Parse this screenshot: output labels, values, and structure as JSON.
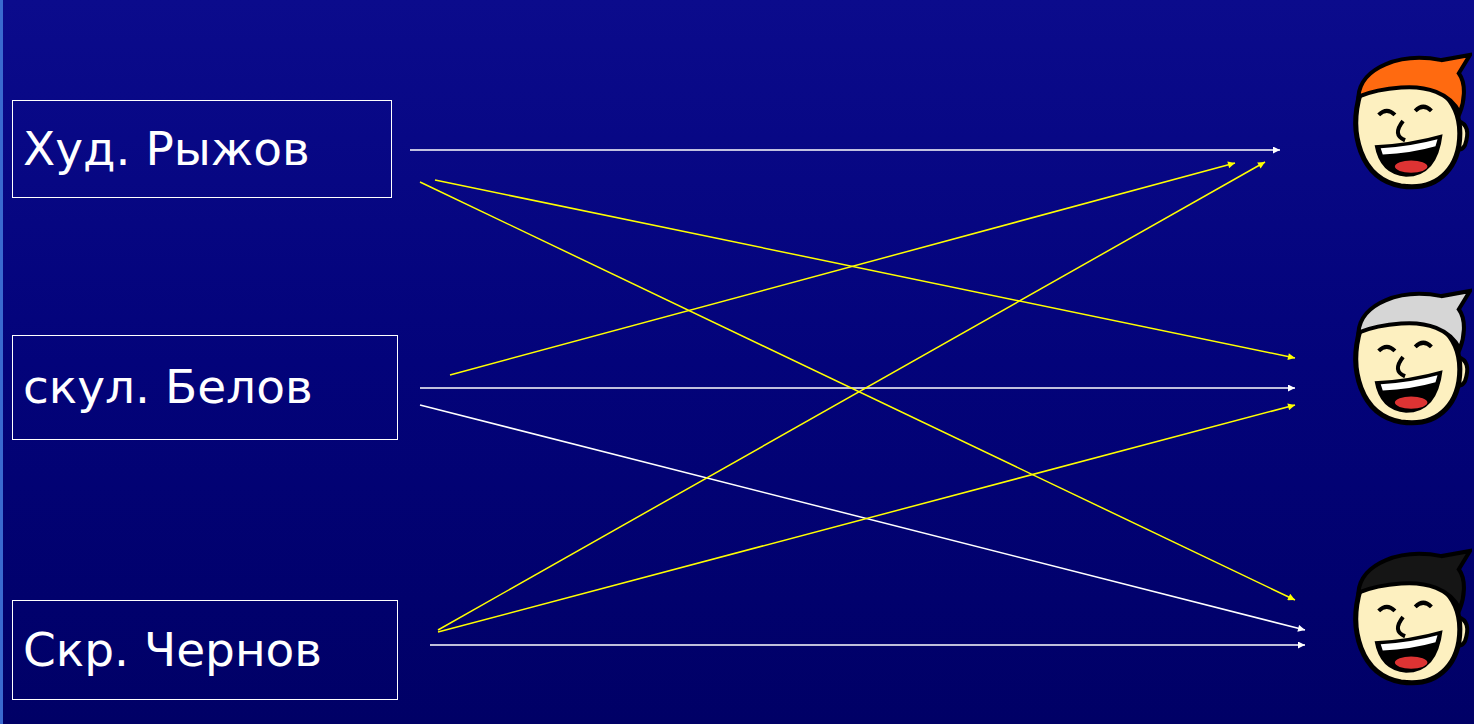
{
  "diagram": {
    "nodes": [
      {
        "text": [
          "Худ. Рыжов"
        ]
      },
      {
        "text": [
          "скул. Белов"
        ]
      },
      {
        "text": [
          "Скр. Чернов"
        ]
      }
    ]
  }
}
